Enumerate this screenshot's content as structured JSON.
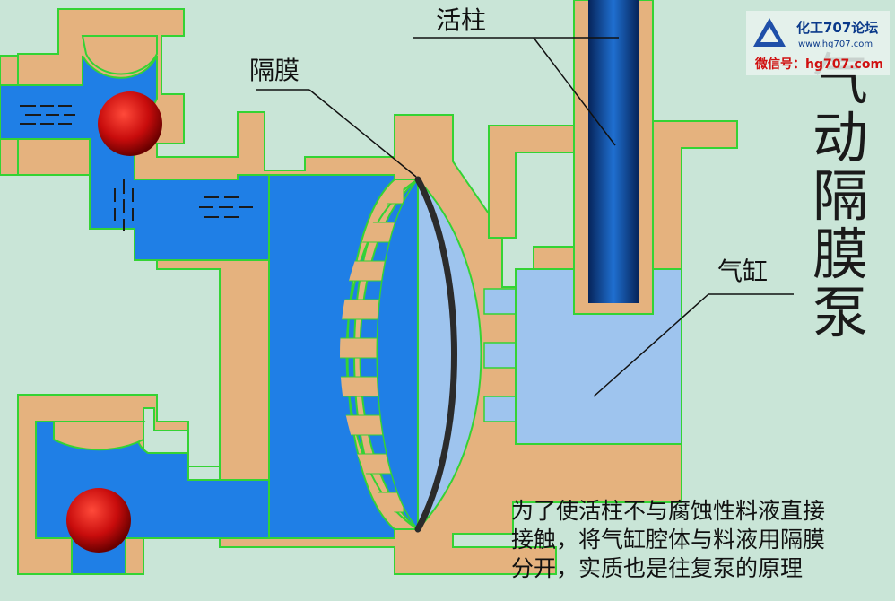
{
  "title": "气动隔膜泵",
  "labels": {
    "piston": "活柱",
    "diaphragm": "隔膜",
    "cylinder": "气缸"
  },
  "note_lines": [
    "为了使活柱不与腐蚀性料液直接",
    "接触，将气缸腔体与料液用隔膜",
    "分开，实质也是往复泵的原理"
  ],
  "watermark": {
    "name": "化工707论坛",
    "url": "www.hg707.com",
    "wechat": "微信号：hg707.com"
  },
  "colors": {
    "background": "#c9e5d7",
    "casing": "#e5b27e",
    "liquid": "#1f7fe6",
    "chamber": "#9ec4ee",
    "ball": "#c80c0c",
    "edge": "#34d334",
    "piston_rod": "#0d4fa8"
  },
  "icons": [
    "triangle-logo-icon"
  ]
}
